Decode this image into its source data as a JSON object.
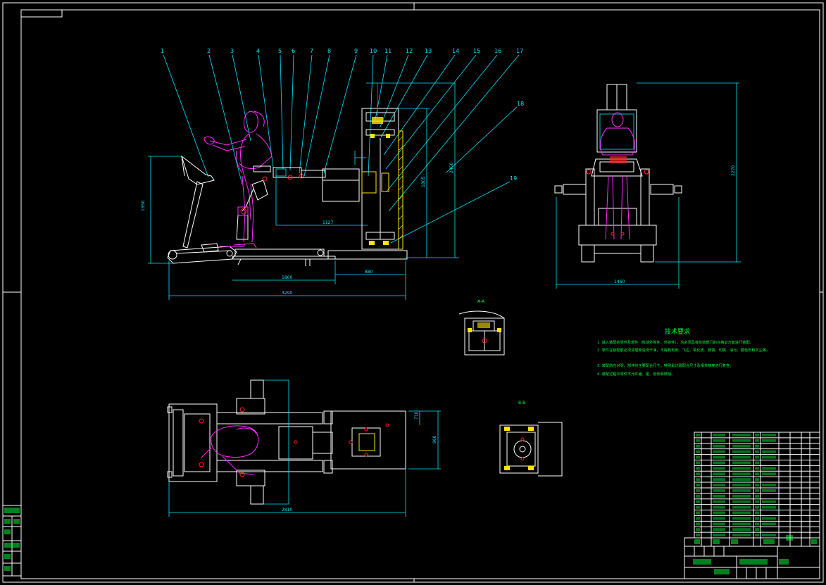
{
  "balloons": [
    "1",
    "2",
    "3",
    "4",
    "5",
    "6",
    "7",
    "8",
    "9",
    "10",
    "11",
    "12",
    "13",
    "14",
    "15",
    "16",
    "17"
  ],
  "balloon_18": "18",
  "balloon_19": "19",
  "section_a": "A-A",
  "section_b": "B-B",
  "tech_title": "技术要求",
  "tech_lines": [
    "1. 进入装配的零件及部件（包括外购件、外协件），均必须具有检验部门的合格证方能进行装配。",
    "2. 零件在装配前必须清理和清洗干净，不得有毛刺、飞边、氧化皮、锈蚀、切屑、油污、着色剂和灰尘等。",
    "3. 装配前应对零、部件的主要配合尺寸，特别是过盈配合尺寸及相关精度进行复查。",
    "4. 装配过程中零件不允许磕、碰、划伤和锈蚀。"
  ],
  "dims": {
    "front_height": "1550",
    "front_total": "3290",
    "front_sub1": "1860",
    "front_sub2": "880",
    "front_inner": "1127",
    "right_h1": "2450",
    "right_h2": "1805",
    "side_height": "2270",
    "side_width": "1460",
    "top_total": "2810",
    "top_right1": "710",
    "top_right2": "960"
  },
  "colors": {
    "white": "#ffffff",
    "cyan": "#00e5ff",
    "green": "#00ff3c",
    "magenta": "#ff2bff",
    "red": "#ff2020",
    "yellow": "#ffe600"
  }
}
